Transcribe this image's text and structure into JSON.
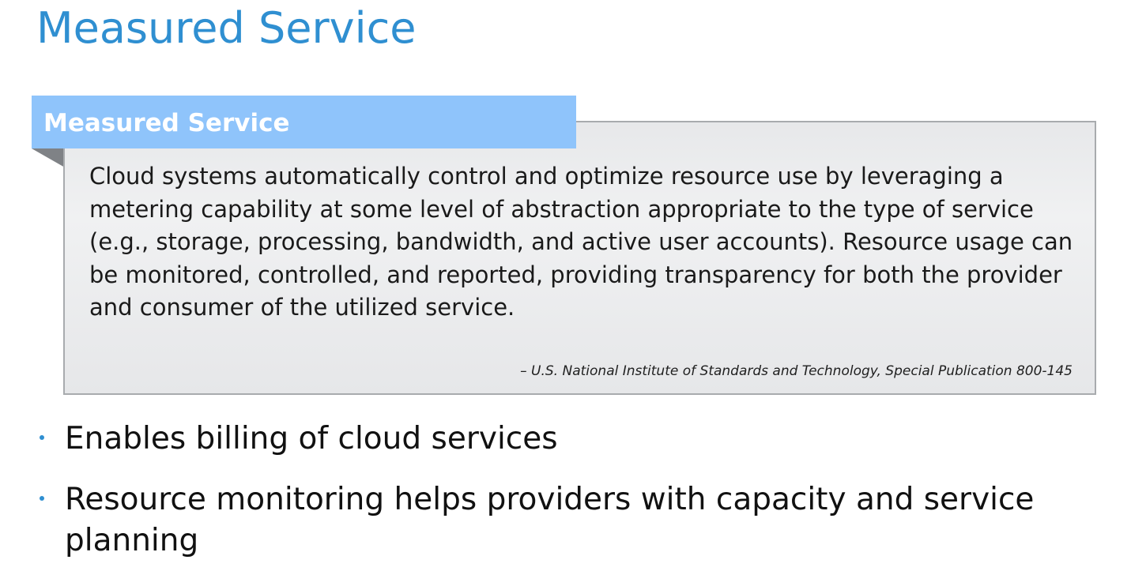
{
  "slide": {
    "title": "Measured Service"
  },
  "callout": {
    "tab_label": "Measured Service",
    "definition": "Cloud systems automatically control and optimize resource use by leveraging a metering capability at some level of abstraction appropriate to the type of service (e.g., storage, processing, bandwidth, and active user accounts). Resource usage can be monitored, controlled, and reported, providing transparency for both the provider and consumer of the utilized service.",
    "source": "– U.S. National Institute of Standards and Technology, Special Publication 800-145"
  },
  "bullets": [
    {
      "text": "Enables billing of cloud services"
    },
    {
      "text": "Resource monitoring helps providers with capacity and service planning"
    }
  ],
  "colors": {
    "title": "#2f8fd1",
    "tab_background": "#8fc4fb",
    "callout_background": "#e9eaec",
    "bullet": "#2f8fd1"
  }
}
